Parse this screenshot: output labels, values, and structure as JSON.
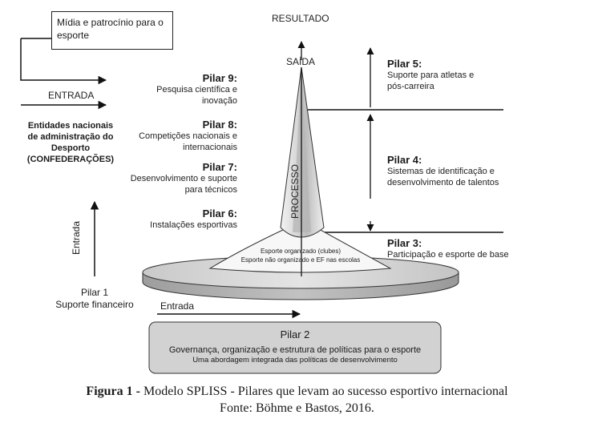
{
  "media_box": {
    "line1": "Mídia e patrocínio para o",
    "line2": "esporte"
  },
  "resultado": "RESULTADO",
  "saida": "SAÍDA",
  "entrada_top": "ENTRADA",
  "entidades": {
    "line1": "Entidades nacionais",
    "line2": "de administração do",
    "line3": "Desporto",
    "line4": "(CONFEDERAÇÕES)"
  },
  "pilares_left": [
    {
      "title": "Pilar 9:",
      "line1": "Pesquisa científica e",
      "line2": "inovação"
    },
    {
      "title": "Pilar 8:",
      "line1": "Competições nacionais e",
      "line2": "internacionais"
    },
    {
      "title": "Pilar 7:",
      "line1": "Desenvolvimento e suporte",
      "line2": "para técnicos"
    },
    {
      "title": "Pilar 6:",
      "line1": "Instalações esportivas",
      "line2": ""
    }
  ],
  "pilares_right": [
    {
      "title": "Pilar 5:",
      "line1": "Suporte para atletas e",
      "line2": "pós-carreira"
    },
    {
      "title": "Pilar 4:",
      "line1": "Sistemas de identificação e",
      "line2": "desenvolvimento de talentos"
    },
    {
      "title": "Pilar 3:",
      "line1": "Participação e esporte de base",
      "line2": ""
    }
  ],
  "processo": "PROCESSO",
  "base_text": {
    "line1": "Esporte organizado (clubes)",
    "line2": "Esporte não organizado e EF nas escolas"
  },
  "entrada_vertical": "Entrada",
  "pilar1": {
    "title": "Pilar 1",
    "subtitle": "Suporte financeiro"
  },
  "entrada_bottom": "Entrada",
  "pilar2": {
    "title": "Pilar 2",
    "line1": "Governança, organização e estrutura de políticas para o esporte",
    "line2": "Uma abordagem integrada das políticas de desenvolvimento"
  },
  "caption": {
    "label": "Figura 1 -",
    "text": " Modelo SPLISS - Pilares que levam ao sucesso esportivo internacional",
    "source": "Fonte: Böhme e Bastos, 2016."
  }
}
